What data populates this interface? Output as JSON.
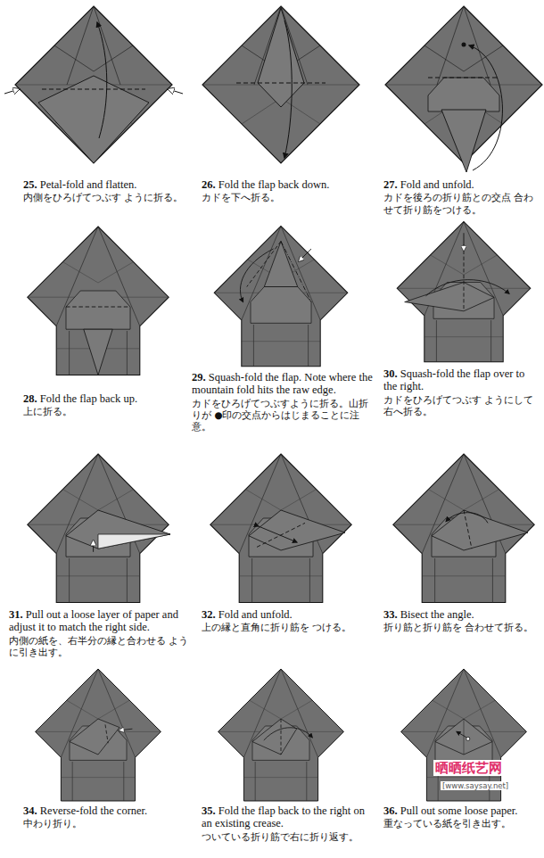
{
  "diagram": {
    "labels": [
      "25.",
      "Petal-fold and flatten.",
      "内側をひろげてつぶす ように折る。",
      "26.",
      "Fold the flap back down.",
      "カドを下へ折る。",
      "27.",
      "Fold and unfold.",
      "カドを後ろの折り筋との交点 合わせて折り筋をつける。",
      "28.",
      "Fold the flap back up.",
      "上に折る。",
      "29.",
      "Squash-fold the flap. Note where the mountain fold hits the raw edge.",
      "カドをひろげてつぶすように折る。山折りが ●印の交点からはじまることに注意。",
      "30.",
      "Squash-fold the flap over to the right.",
      "カドをひろげてつぶす ようにして右へ折る。",
      "31.",
      "Pull out a loose layer of paper and adjust it to match the right side.",
      "内側の紙を、右半分の縁と合わせる ように引き出す。",
      "32.",
      "Fold and unfold.",
      "上の縁と直角に折り筋を つける。",
      "33.",
      "Bisect the angle.",
      "折り筋と折り筋を 合わせて折る。",
      "34.",
      "Reverse-fold the corner.",
      "中わり折り。",
      "35.",
      "Fold the flap back to the right on an existing crease.",
      "ついている折り筋で右に折り返す。",
      "36.",
      "Pull out some loose paper.",
      "重なっている紙を引き出す。",
      "晒晒纸艺网",
      "[www.saysay.net]"
    ]
  }
}
